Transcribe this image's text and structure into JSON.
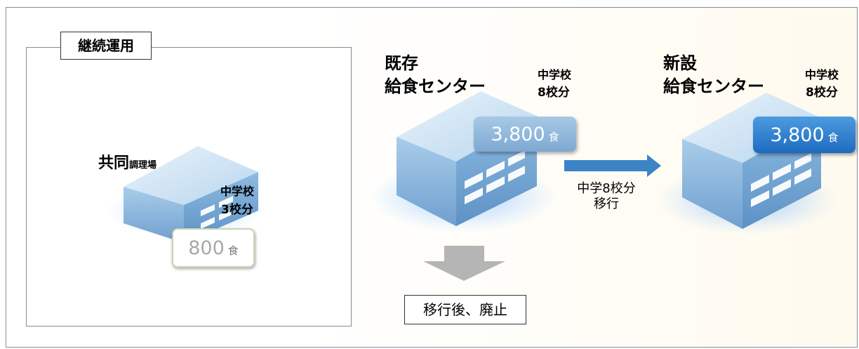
{
  "panel": {
    "label": "継続運用",
    "facility_main": "共同",
    "facility_sub": "調理場",
    "schools_line1": "中学校",
    "schools_line2": "3校分",
    "meals_value": "800",
    "meals_unit": "食"
  },
  "existing": {
    "title_line1": "既存",
    "title_line2": "給食センター",
    "schools_line1": "中学校",
    "schools_line2": "8校分",
    "meals_value": "3,800",
    "meals_unit": "食"
  },
  "new": {
    "title_line1": "新設",
    "title_line2": "給食センター",
    "schools_line1": "中学校",
    "schools_line2": "8校分",
    "meals_value": "3,800",
    "meals_unit": "食"
  },
  "transfer": {
    "line1": "中学8校分",
    "line2": "移行"
  },
  "outcome": {
    "label": "移行後、廃止"
  },
  "colors": {
    "building_light": "#d6e8f6",
    "building_mid": "#a9cdea",
    "building_dark": "#6a9cc9",
    "arrow_blue": "#3d84c6",
    "arrow_gray": "#b5b5b5"
  }
}
